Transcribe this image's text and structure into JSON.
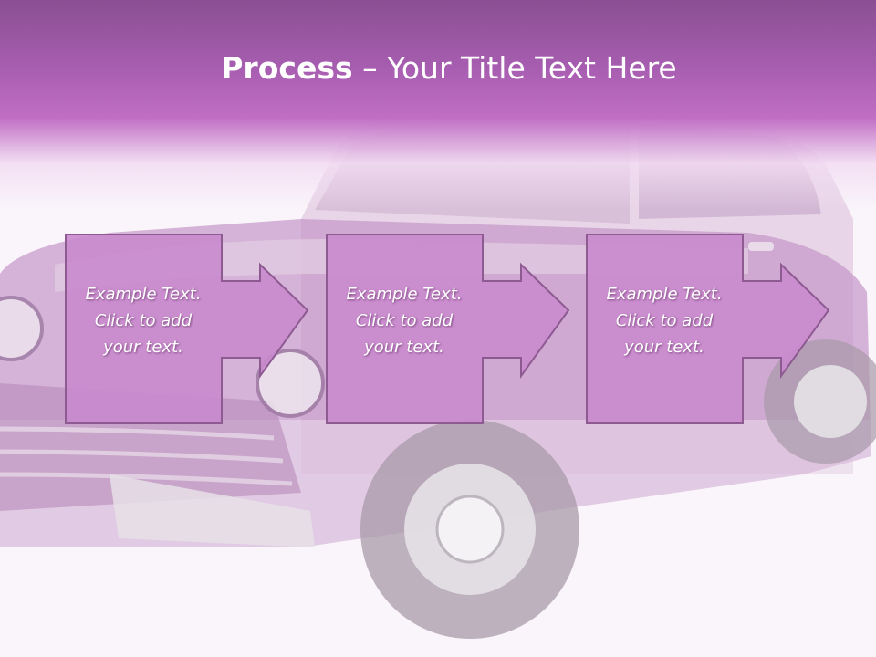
{
  "slide": {
    "title_bold": "Process",
    "title_rest": " – Your Title Text Here"
  },
  "steps": [
    {
      "line1": "Example Text.",
      "line2": "Click  to add",
      "line3": "your text."
    },
    {
      "line1": "Example Text.",
      "line2": "Click  to add",
      "line3": "your text."
    },
    {
      "line1": "Example Text.",
      "line2": "Click  to add",
      "line3": "your text."
    }
  ],
  "colors": {
    "header_top": "#8a4f92",
    "header_mid": "#c06ec4",
    "box_fill": "#c98acd",
    "box_stroke": "#8e5a92",
    "car_body": "#b57fba"
  },
  "image": {
    "subject": "vintage-car-photo"
  }
}
